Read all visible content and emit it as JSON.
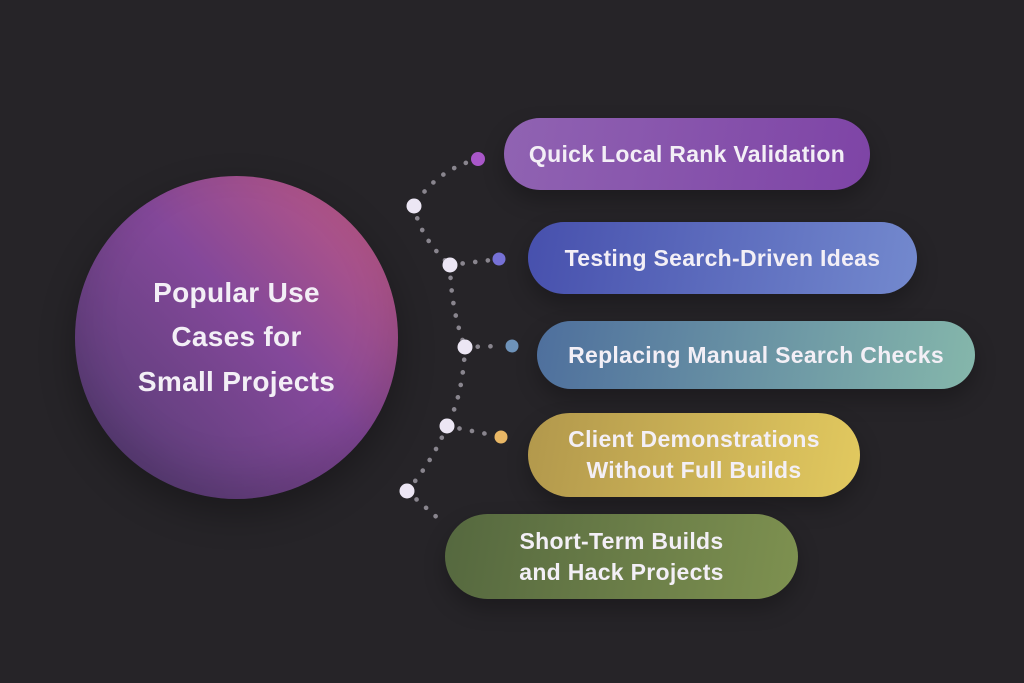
{
  "colors": {
    "background": "#262428",
    "trail": "#8e8b93",
    "node": "#ece6f4",
    "text": "#f3eff6"
  },
  "center": {
    "title": "Popular Use\nCases for\nSmall Projects",
    "gradient": {
      "from": "#4e3a6d",
      "mid": "#84489a",
      "to": "#c65a80"
    }
  },
  "items": [
    {
      "label": "Quick Local Rank Validation",
      "gradient": {
        "from": "#9063b2",
        "to": "#7e44a6"
      },
      "dot_color": "#a957c9"
    },
    {
      "label": "Testing Search-Driven Ideas",
      "gradient": {
        "from": "#4750ad",
        "to": "#7389ce"
      },
      "dot_color": "#7671d6"
    },
    {
      "label": "Replacing Manual Search Checks",
      "gradient": {
        "from": "#4e6f9d",
        "to": "#85b7ab"
      },
      "dot_color": "#6e93ba"
    },
    {
      "label": "Client Demonstrations\nWithout Full Builds",
      "gradient": {
        "from": "#b2984c",
        "to": "#e2c95f"
      },
      "dot_color": "#e9b765"
    },
    {
      "label": "Short-Term Builds\nand Hack Projects",
      "gradient": {
        "from": "#55683f",
        "to": "#7e9150"
      },
      "dot_color": null
    }
  ]
}
